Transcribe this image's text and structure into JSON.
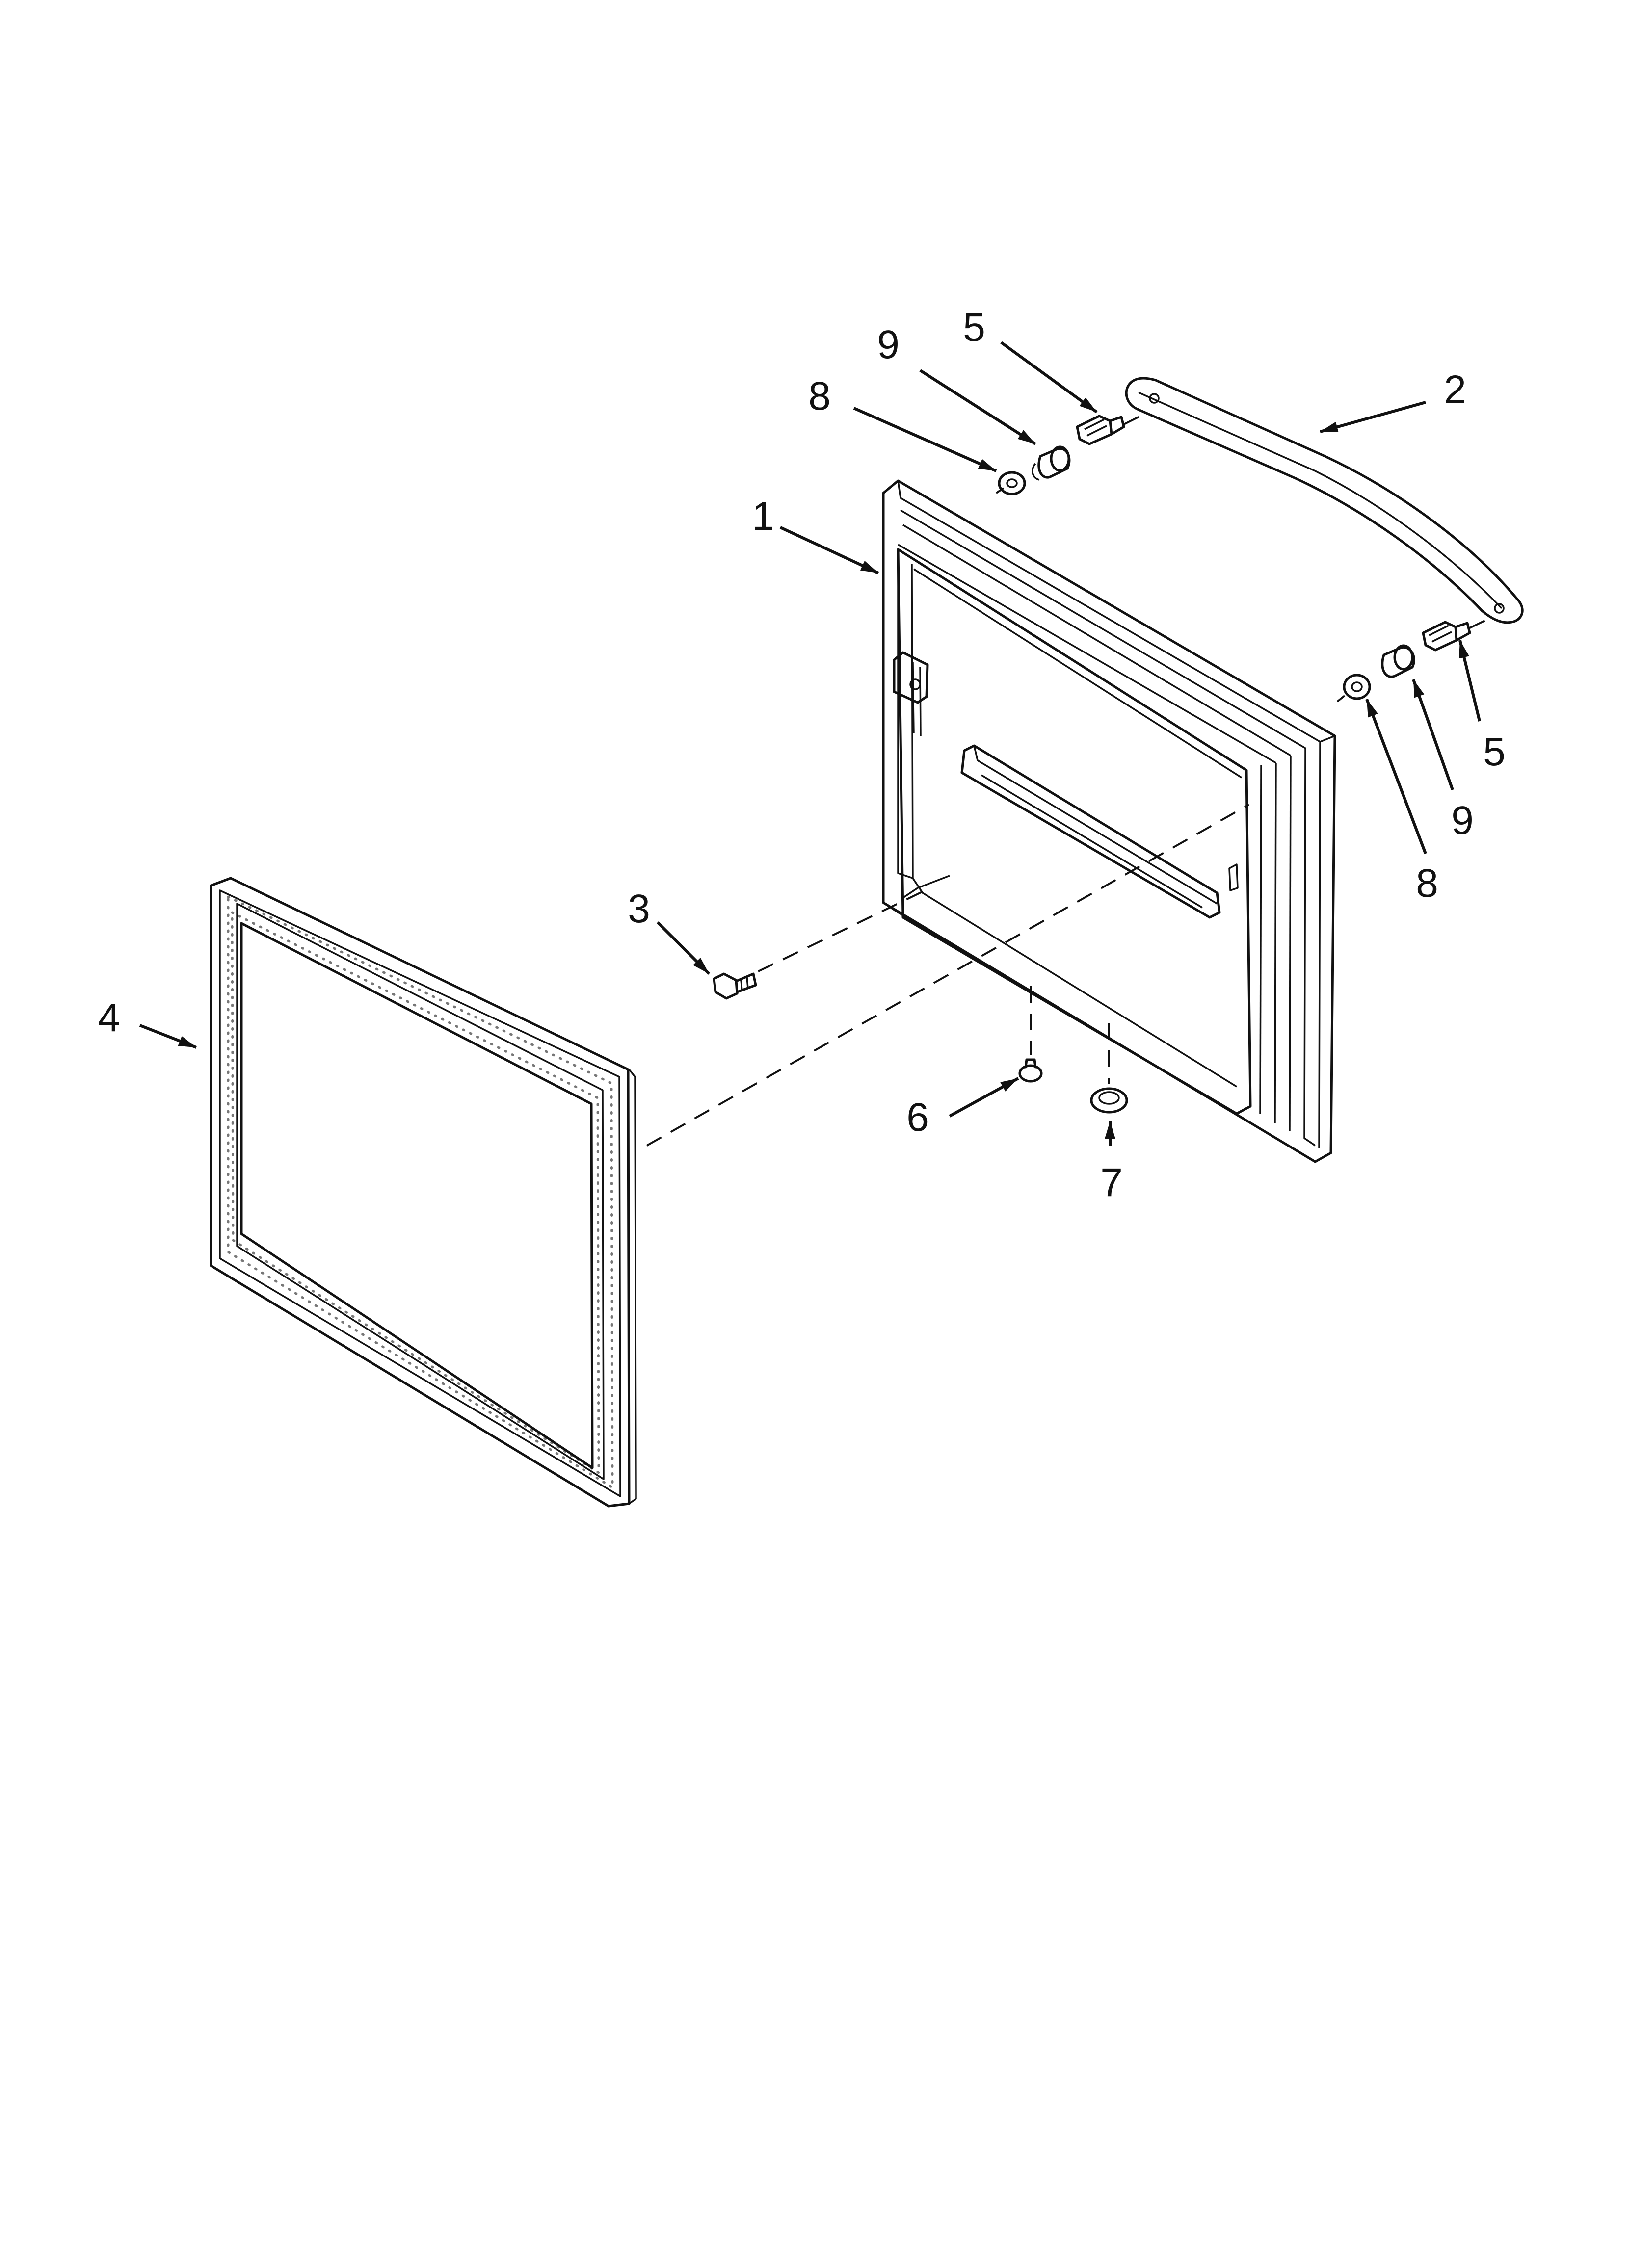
{
  "callouts": {
    "c1": "1",
    "c2": "2",
    "c3": "3",
    "c4": "4",
    "c5a": "5",
    "c5b": "5",
    "c6": "6",
    "c7": "7",
    "c8a": "8",
    "c8b": "8",
    "c9a": "9",
    "c9b": "9"
  },
  "colors": {
    "line": "#111111",
    "background": "#ffffff",
    "gasket_dots": "#777777"
  }
}
